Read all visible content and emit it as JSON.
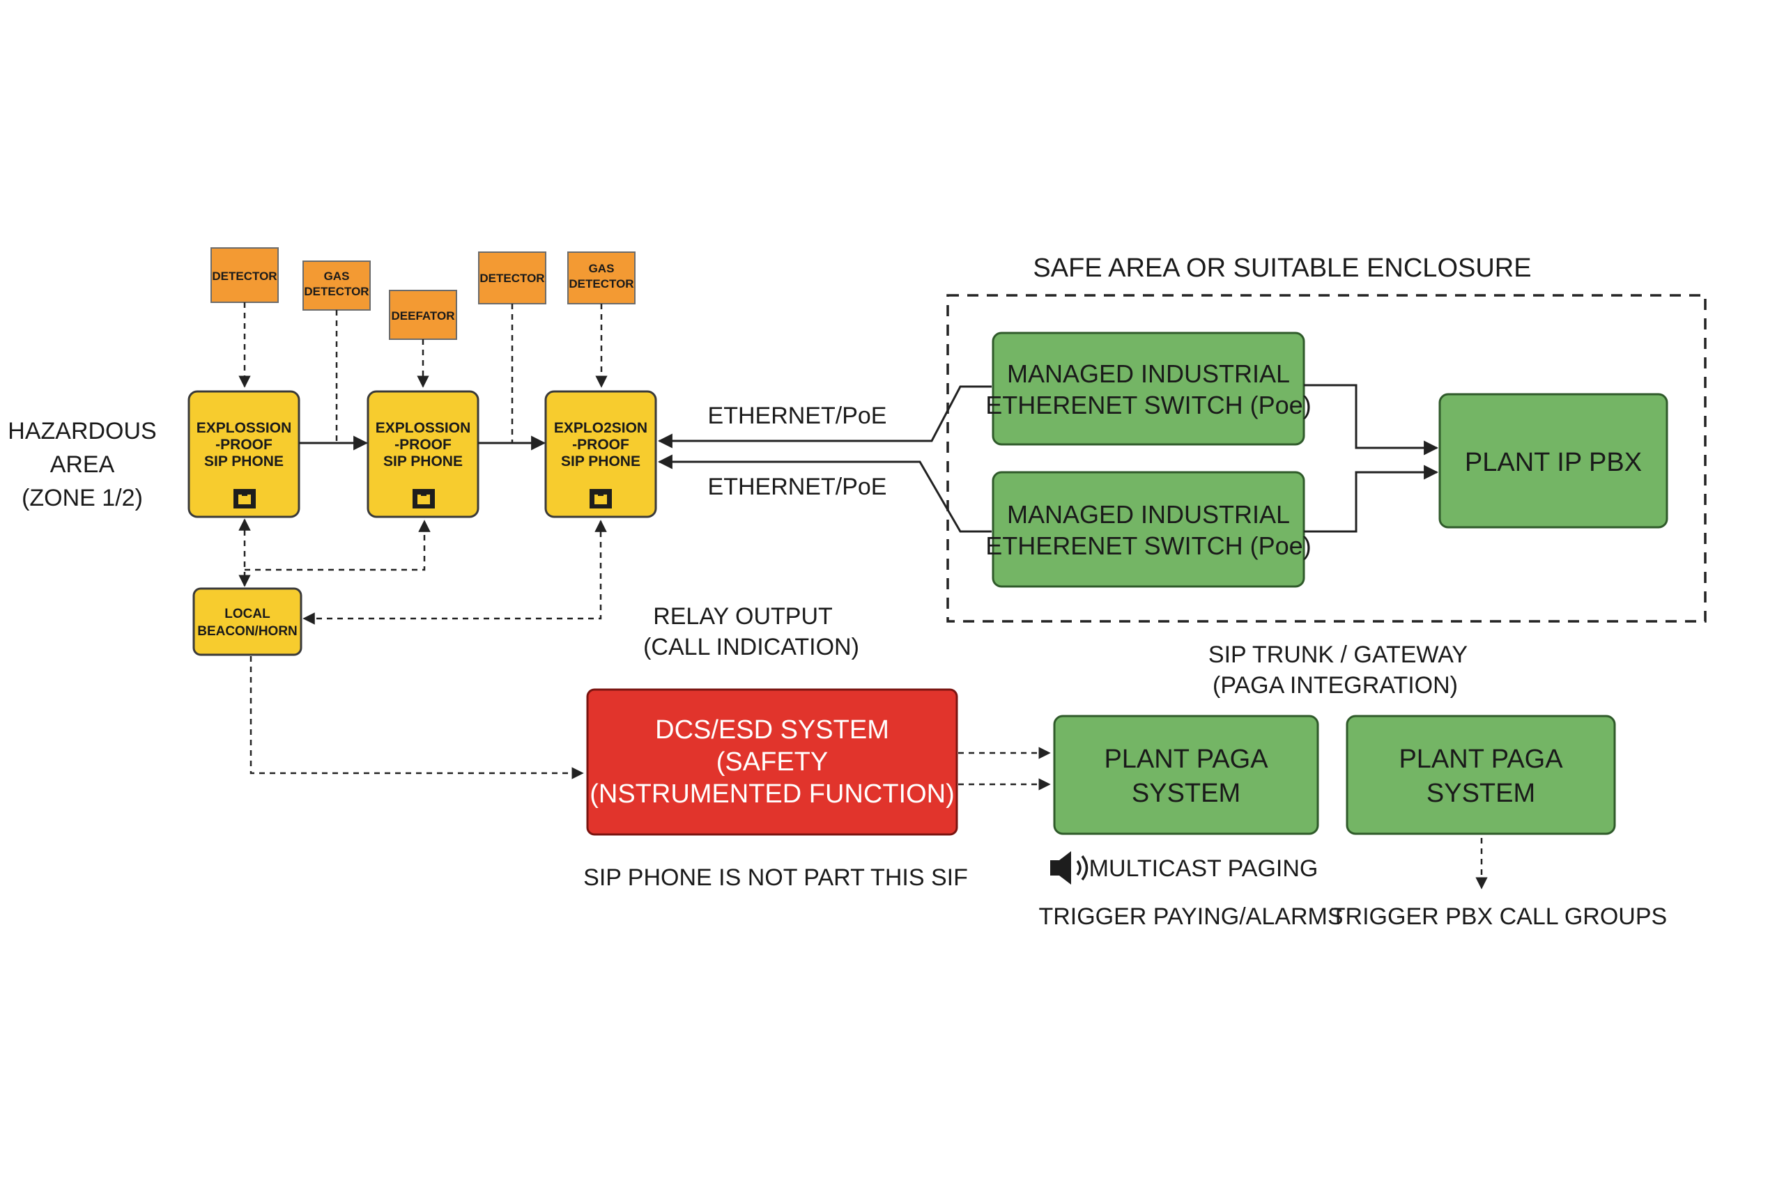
{
  "hazardous_area": {
    "line1": "HAZARDOUS",
    "line2": "AREA",
    "line3": "(ZONE 1/2)"
  },
  "detectors": [
    {
      "line1": "DETECTOR",
      "line2": ""
    },
    {
      "line1": "GAS",
      "line2": "DETECTOR"
    },
    {
      "line1": "DEEFATOR",
      "line2": ""
    },
    {
      "line1": "DETECTOR",
      "line2": ""
    },
    {
      "line1": "GAS",
      "line2": "DETECTOR"
    }
  ],
  "phones": [
    {
      "line1": "EXPLOSSION",
      "line2": "-PROOF",
      "line3": "SIP PHONE"
    },
    {
      "line1": "EXPLOSSION",
      "line2": "-PROOF",
      "line3": "SIP PHONE"
    },
    {
      "line1": "EXPLO2SION",
      "line2": "-PROOF",
      "line3": "SIP PHONE"
    }
  ],
  "beacon": {
    "line1": "LOCAL",
    "line2": "BEACON/HORN"
  },
  "links": {
    "ethernet_top": "ETHERNET/PoE",
    "ethernet_bottom": "ETHERNET/PoE"
  },
  "relay": {
    "line1": "RELAY OUTPUT",
    "line2": "(CALL INDICATION)"
  },
  "enclosure": {
    "title": "SAFE AREA OR SUITABLE ENCLOSURE"
  },
  "switches": [
    {
      "line1": "MANAGED INDUSTRIAL",
      "line2": "ETHERENET SWITCH (Poe)"
    },
    {
      "line1": "MANAGED INDUSTRIAL",
      "line2": "ETHERENET SWITCH (Poe)"
    }
  ],
  "pbx": {
    "label": "PLANT IP PBX"
  },
  "sip_trunk": {
    "line1": "SIP TRUNK / GATEWAY",
    "line2": "(PAGA INTEGRATION)"
  },
  "dcs": {
    "line1": "DCS/ESD SYSTEM",
    "line2": "(SAFETY",
    "line3": "(NSTRUMENTED FUNCTION)"
  },
  "sif_note": "SIP PHONE IS NOT PART THIS SIF",
  "paga": [
    {
      "line1": "PLANT PAGA",
      "line2": "SYSTEM"
    },
    {
      "line1": "PLANT PAGA",
      "line2": "SYSTEM"
    }
  ],
  "multicast": {
    "label": "MULTICAST PAGING",
    "icon": "speaker-icon"
  },
  "triggers": {
    "left": "TRIGGER PAYING/ALARMS",
    "right": "TRIGGER PBX CALL GROUPS"
  },
  "colors": {
    "detector": "#f39a33",
    "phone": "#f7cc2e",
    "network": "#74b565",
    "safety": "#e1342c"
  }
}
